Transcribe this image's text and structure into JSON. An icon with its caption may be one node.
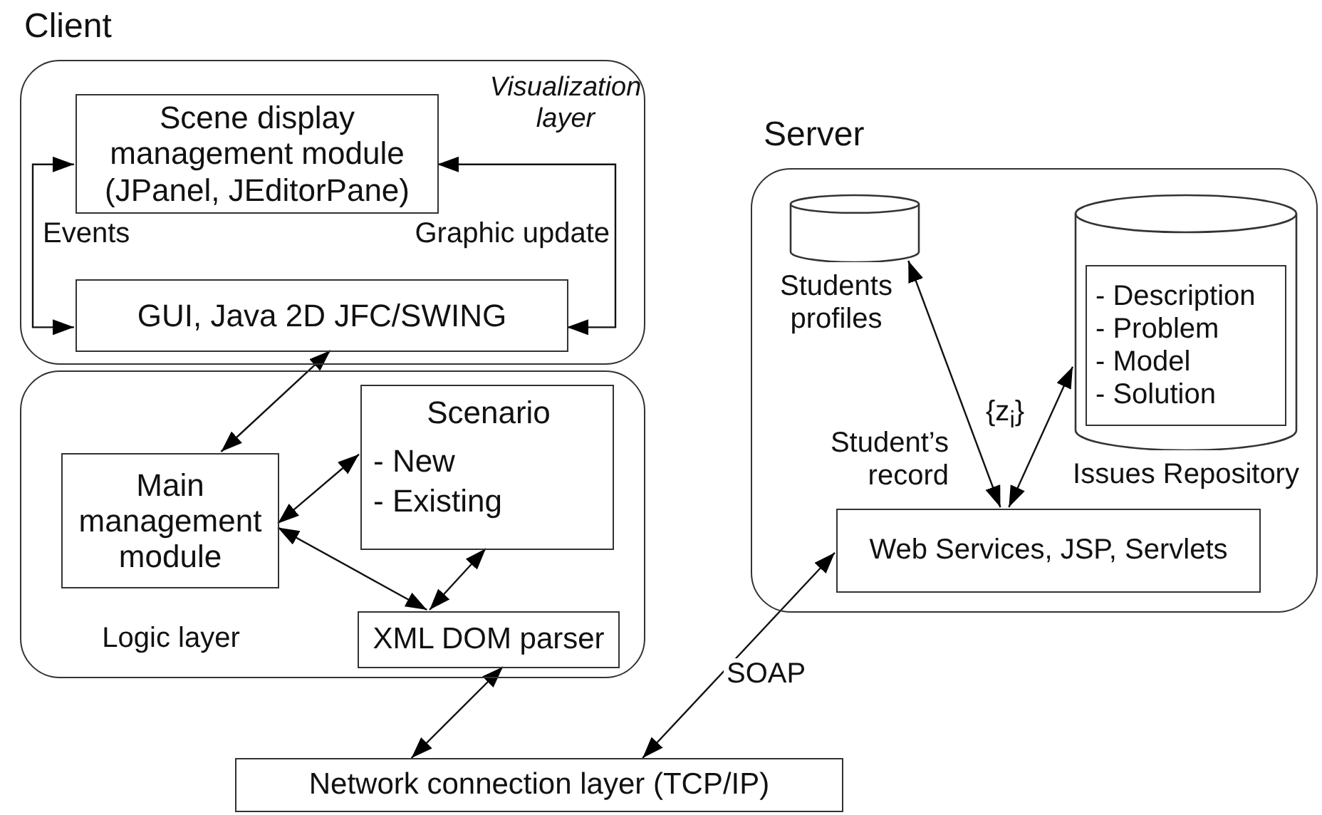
{
  "diagram": {
    "nodes": [
      {
        "text": [
          "Client",
          "Visualization layer"
        ]
      },
      {
        "text": [
          "Scene display management module (JPanel, JEditorPane)"
        ],
        "in": 0
      },
      {
        "text": [
          "GUI, Java 2D JFC/SWING"
        ],
        "in": 0
      },
      {
        "text": [
          "Logic layer"
        ]
      },
      {
        "text": [
          "Main management module"
        ],
        "in": 3
      },
      {
        "text": [
          "Scenario",
          "- New",
          "- Existing"
        ],
        "in": 3
      },
      {
        "text": [
          "XML DOM parser"
        ],
        "in": 3
      },
      {
        "text": [
          "Network connection layer (TCP/IP)"
        ]
      },
      {
        "text": [
          "Server"
        ]
      },
      {
        "text": [],
        "shape": "cylinder",
        "beside": [
          "Students profiles"
        ],
        "in": 8
      },
      {
        "text": [],
        "shape": "cylinder",
        "beside": [
          "Issues Repository"
        ],
        "in": 8
      },
      {
        "text": [
          "- Description",
          "- Problem",
          "- Model",
          "- Solution"
        ],
        "in": 10
      },
      {
        "text": [
          "Web Services, JSP, Servlets"
        ],
        "in": 8
      }
    ],
    "edges": [
      {
        "from": 1,
        "to": 2,
        "arrow": "both",
        "label": "Events"
      },
      {
        "from": 1,
        "to": 2,
        "arrow": "both",
        "label": "Graphic update"
      },
      {
        "from": 2,
        "to": 4,
        "arrow": "both"
      },
      {
        "from": 4,
        "to": 5,
        "arrow": "both"
      },
      {
        "from": 4,
        "to": 6,
        "arrow": "both"
      },
      {
        "from": 5,
        "to": 6,
        "arrow": "both"
      },
      {
        "from": 6,
        "to": 7,
        "arrow": "both"
      },
      {
        "from": 7,
        "to": 12,
        "arrow": "both",
        "label": "SOAP"
      },
      {
        "from": 9,
        "to": 12,
        "arrow": "both",
        "label": "Student’s record"
      },
      {
        "from": 12,
        "to": 10,
        "arrow": "both",
        "label": "{z$_{i}$}"
      }
    ]
  }
}
